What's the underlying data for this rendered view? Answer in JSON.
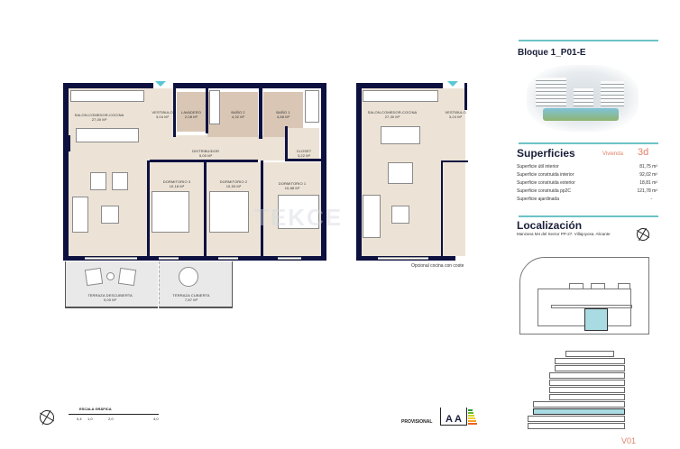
{
  "header": {
    "title": "Bloque 1_P01-E"
  },
  "superficies": {
    "heading": "Superficies",
    "vivienda_label": "Vivienda",
    "vivienda_type": "3d",
    "rows": [
      {
        "label": "Superficie útil interior",
        "value": "81,75 m²"
      },
      {
        "label": "Superficie construida interior",
        "value": "92,02 m²"
      },
      {
        "label": "Superficie construida exterior",
        "value": "18,81 m²"
      },
      {
        "label": "Superficie construida pp2C",
        "value": "121,78 m²"
      },
      {
        "label": "Superficie ajardinada",
        "value": "-"
      }
    ]
  },
  "localizacion": {
    "heading": "Localización",
    "address": "Manzana M4 del Sector PP-27. Villajoyosa. Alicante"
  },
  "plan_main": {
    "rooms": [
      {
        "name": "SALON-COMEDOR-COCINA",
        "area": "27,00 m²"
      },
      {
        "name": "VESTIBULO",
        "area": "3,04 m²"
      },
      {
        "name": "LAVADERO",
        "area": "2,08 m²"
      },
      {
        "name": "BAÑO 2",
        "area": "4,32 m²"
      },
      {
        "name": "BAÑO 1",
        "area": "4,88 m²"
      },
      {
        "name": "DISTRIBUIDOR",
        "area": "5,00 m²"
      },
      {
        "name": "CLOSET",
        "area": "3,22 m²"
      },
      {
        "name": "DORMITORIO 3",
        "area": "10,18 m²"
      },
      {
        "name": "DORMITORIO 2",
        "area": "10,53 m²"
      },
      {
        "name": "DORMITORIO 1",
        "area": "10,88 m²"
      },
      {
        "name": "TERRAZA DESCUBIERTA",
        "area": "9,00 m²"
      },
      {
        "name": "TERRAZA CUBIERTA",
        "area": "7,87 m²"
      }
    ]
  },
  "plan_option": {
    "rooms": [
      {
        "name": "SALON-COMEDOR-COCINA",
        "area": "27,30 m²"
      },
      {
        "name": "VESTIBULO",
        "area": "3,24 m²"
      }
    ],
    "caption": "Opcional cocina con coste"
  },
  "scale": {
    "label": "ESCALA GRÁFICA",
    "ticks": [
      "0,4",
      "1,0",
      "2,0",
      "4,0"
    ]
  },
  "energy": {
    "provisional": "PROVISIONAL",
    "rating": "A",
    "rating2": "A"
  },
  "footer": {
    "view_code": "V01"
  },
  "watermark": "TEKCE",
  "colors": {
    "wall": "#0d1140",
    "floor": "#ece3d6",
    "accent_teal": "#6cc3c6",
    "highlight_blue": "#a9dbe2",
    "salmon": "#e0806a"
  }
}
